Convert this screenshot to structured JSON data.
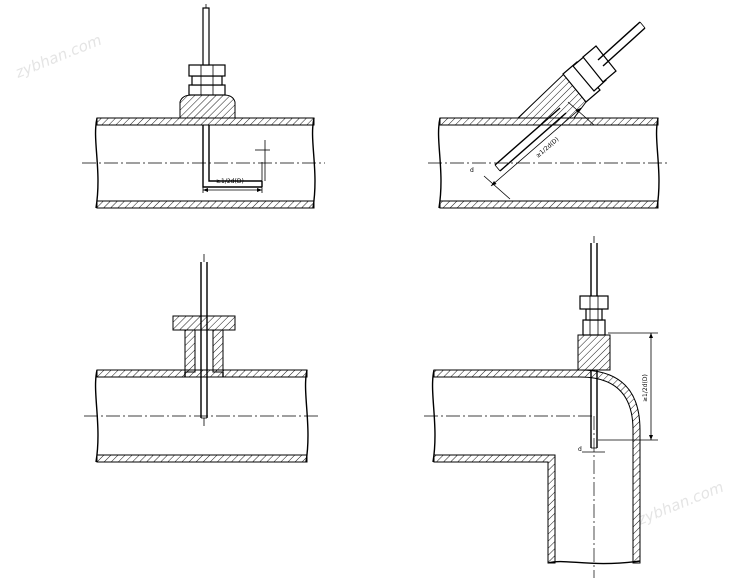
{
  "watermark": {
    "top_left": "zybhan.com",
    "bottom_right": "zybhan.com"
  },
  "dimensions": {
    "d1": "≥1/2d(D)",
    "d2": "≥1/2d(D)",
    "d3": "≥1/2d(D)",
    "d4": "d",
    "d5": "d"
  },
  "colors": {
    "line": "#000000",
    "background": "#ffffff"
  }
}
